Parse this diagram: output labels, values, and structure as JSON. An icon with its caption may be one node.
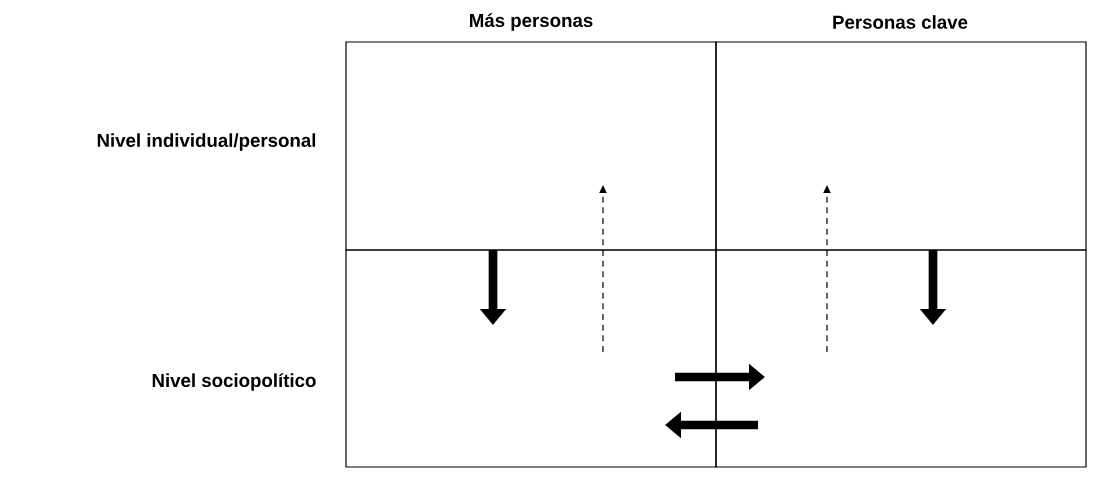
{
  "diagram": {
    "nodes": [
      {
        "text": [],
        "shape": "box"
      },
      {
        "text": [],
        "shape": "box"
      },
      {
        "text": [],
        "shape": "box"
      },
      {
        "text": [],
        "shape": "box"
      }
    ],
    "edges": [
      {
        "from": 0,
        "to": 2,
        "arrow": "to"
      },
      {
        "from": 1,
        "to": 3,
        "arrow": "to"
      },
      {
        "from": 2,
        "to": 0,
        "arrow": "to",
        "style": "dashed"
      },
      {
        "from": 3,
        "to": 1,
        "arrow": "to",
        "style": "dashed"
      },
      {
        "from": 2,
        "to": 3,
        "arrow": "to"
      },
      {
        "from": 3,
        "to": 2,
        "arrow": "to"
      }
    ],
    "labels": [
      "Más personas",
      "Personas clave",
      "Nivel individual/personal",
      "Nivel sociopolítico"
    ]
  }
}
